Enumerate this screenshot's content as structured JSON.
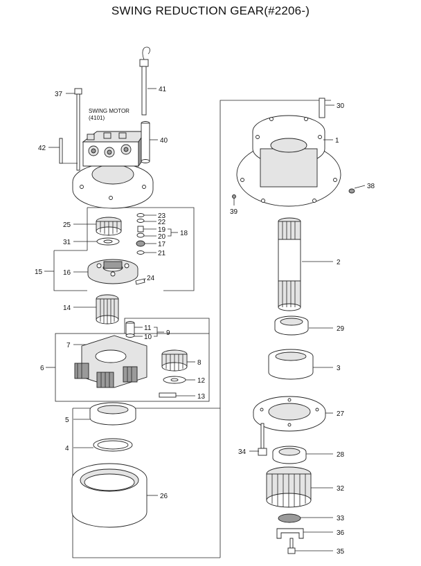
{
  "title": "SWING REDUCTION GEAR(#2206-)",
  "swing_motor": {
    "name": "SWING MOTOR",
    "code": "(4101)"
  },
  "callouts": [
    "1",
    "2",
    "3",
    "4",
    "5",
    "6",
    "7",
    "8",
    "9",
    "10",
    "11",
    "12",
    "13",
    "14",
    "15",
    "16",
    "17",
    "18",
    "19",
    "20",
    "21",
    "22",
    "23",
    "24",
    "25",
    "26",
    "27",
    "28",
    "29",
    "30",
    "31",
    "32",
    "33",
    "34",
    "35",
    "36",
    "37",
    "38",
    "39",
    "40",
    "41",
    "42"
  ]
}
